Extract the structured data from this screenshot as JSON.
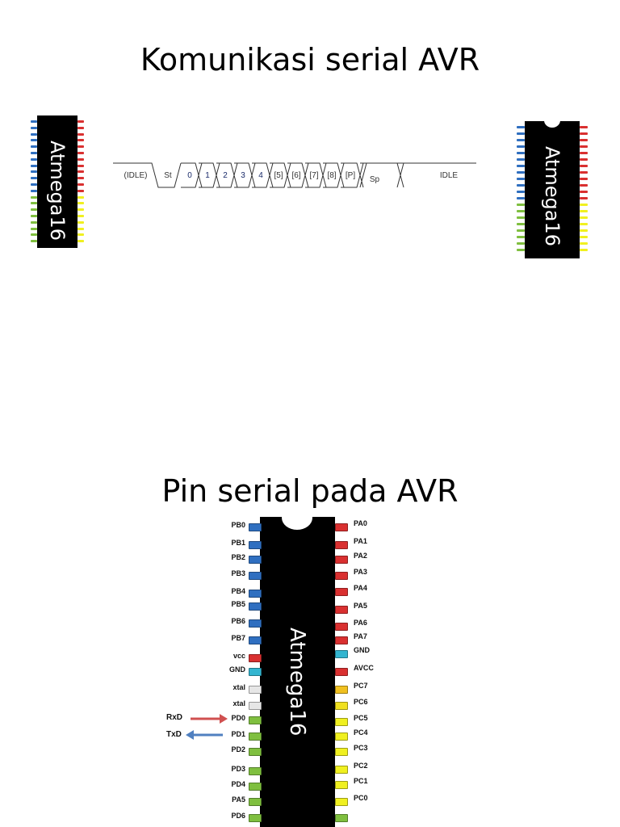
{
  "slide1": {
    "title": "Komunikasi serial AVR",
    "left_chip_label": "Atmega16",
    "right_chip_label": "Atmega16",
    "frame_segments": [
      "(IDLE)",
      "St",
      "0",
      "1",
      "2",
      "3",
      "4",
      "[5]",
      "[6]",
      "[7]",
      "[8]",
      "[P]",
      "Sp",
      "IDLE"
    ]
  },
  "slide2": {
    "title": "Pin serial pada AVR",
    "chip_label": "Atmega16",
    "rxd_label": "RxD",
    "txd_label": "TxD",
    "left_pins": [
      {
        "label": "PB0",
        "color": "#2f6fc0"
      },
      {
        "label": "PB1",
        "color": "#2f6fc0"
      },
      {
        "label": "PB2",
        "color": "#2f6fc0"
      },
      {
        "label": "PB3",
        "color": "#2f6fc0"
      },
      {
        "label": "PB4",
        "color": "#2f6fc0"
      },
      {
        "label": "PB5",
        "color": "#2f6fc0"
      },
      {
        "label": "PB6",
        "color": "#2f6fc0"
      },
      {
        "label": "PB7",
        "color": "#2f6fc0"
      },
      {
        "label": "vcc",
        "color": "#d93030"
      },
      {
        "label": "GND",
        "color": "#33b5d0"
      },
      {
        "label": "xtal",
        "color": "#e6e6e6"
      },
      {
        "label": "xtal",
        "color": "#e6e6e6"
      },
      {
        "label": "PD0",
        "color": "#7fbf3f"
      },
      {
        "label": "PD1",
        "color": "#7fbf3f"
      },
      {
        "label": "PD2",
        "color": "#7fbf3f"
      },
      {
        "label": "PD3",
        "color": "#7fbf3f"
      },
      {
        "label": "PD4",
        "color": "#7fbf3f"
      },
      {
        "label": "PA5",
        "color": "#7fbf3f"
      },
      {
        "label": "PD6",
        "color": "#7fbf3f"
      }
    ],
    "right_pins": [
      {
        "label": "PA0",
        "color": "#d93030"
      },
      {
        "label": "PA1",
        "color": "#d93030"
      },
      {
        "label": "PA2",
        "color": "#d93030"
      },
      {
        "label": "PA3",
        "color": "#d93030"
      },
      {
        "label": "PA4",
        "color": "#d93030"
      },
      {
        "label": "PA5",
        "color": "#d93030"
      },
      {
        "label": "PA6",
        "color": "#d93030"
      },
      {
        "label": "PA7",
        "color": "#d93030"
      },
      {
        "label": "GND",
        "color": "#33b5d0"
      },
      {
        "label": "AVCC",
        "color": "#d93030"
      },
      {
        "label": "PC7",
        "color": "#f0c020"
      },
      {
        "label": "PC6",
        "color": "#f0e020"
      },
      {
        "label": "PC5",
        "color": "#f0f020"
      },
      {
        "label": "PC4",
        "color": "#f0f020"
      },
      {
        "label": "PC3",
        "color": "#f0f020"
      },
      {
        "label": "PC2",
        "color": "#f0f020"
      },
      {
        "label": "PC1",
        "color": "#f0f020"
      },
      {
        "label": "PC0",
        "color": "#f0f020"
      },
      {
        "label": "",
        "color": "#7fbf3f"
      }
    ]
  },
  "colors": {
    "rx_arrow": "#d05050",
    "tx_arrow": "#5080c0"
  }
}
